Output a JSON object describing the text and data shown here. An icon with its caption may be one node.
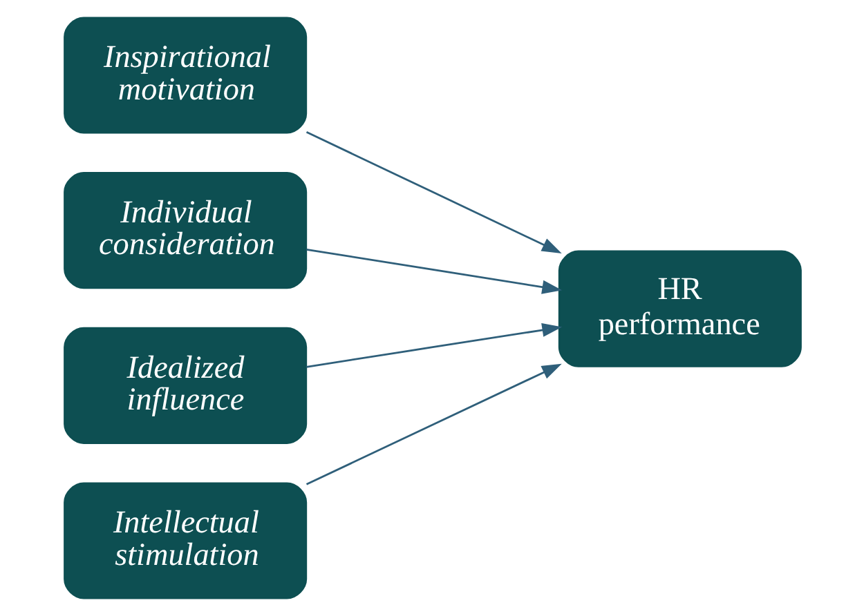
{
  "diagram": {
    "nodes": [
      {
        "text": [
          "Inspirational motivation"
        ]
      },
      {
        "text": [
          "Individual consideration"
        ]
      },
      {
        "text": [
          "Idealized influence"
        ]
      },
      {
        "text": [
          "Intellectual stimulation"
        ]
      },
      {
        "text": [
          "HR performance"
        ]
      }
    ],
    "edges": [
      {
        "from": 0,
        "to": 4,
        "arrow": "to"
      },
      {
        "from": 1,
        "to": 4,
        "arrow": "to"
      },
      {
        "from": 2,
        "to": 4,
        "arrow": "to"
      },
      {
        "from": 3,
        "to": 4,
        "arrow": "to"
      }
    ]
  }
}
